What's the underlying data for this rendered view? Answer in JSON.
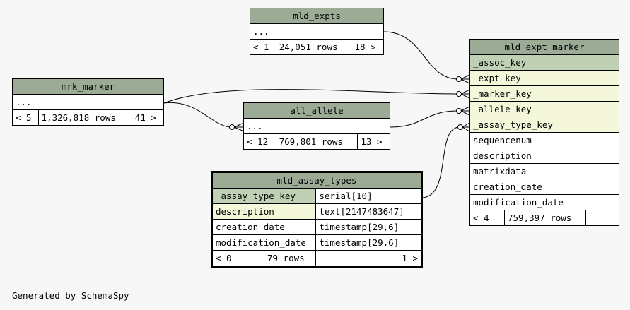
{
  "tables": {
    "mld_expts": {
      "name": "mld_expts",
      "ellipsis": "...",
      "parents": "< 1",
      "rows": "24,051 rows",
      "children": "18 >"
    },
    "mrk_marker": {
      "name": "mrk_marker",
      "ellipsis": "...",
      "parents": "< 5",
      "rows": "1,326,818 rows",
      "children": "41 >"
    },
    "all_allele": {
      "name": "all_allele",
      "ellipsis": "...",
      "parents": "< 12",
      "rows": "769,801 rows",
      "children": "13 >"
    },
    "mld_expt_marker": {
      "name": "mld_expt_marker",
      "columns": [
        "_assoc_key",
        "_expt_key",
        "_marker_key",
        "_allele_key",
        "_assay_type_key",
        "sequencenum",
        "description",
        "matrixdata",
        "creation_date",
        "modification_date"
      ],
      "parents": "< 4",
      "rows": "759,397 rows",
      "children": ""
    },
    "mld_assay_types": {
      "name": "mld_assay_types",
      "columns": [
        {
          "name": "_assay_type_key",
          "type": "serial[10]"
        },
        {
          "name": "description",
          "type": "text[2147483647]"
        },
        {
          "name": "creation_date",
          "type": "timestamp[29,6]"
        },
        {
          "name": "modification_date",
          "type": "timestamp[29,6]"
        }
      ],
      "parents": "< 0",
      "rows": "79 rows",
      "children": "1 >"
    }
  },
  "footer": "Generated by SchemaSpy",
  "colors": {
    "header": "#9cab96",
    "primary_key": "#bfd0b4",
    "foreign_key": "#f4f7da",
    "background": "#f7f7f7"
  }
}
